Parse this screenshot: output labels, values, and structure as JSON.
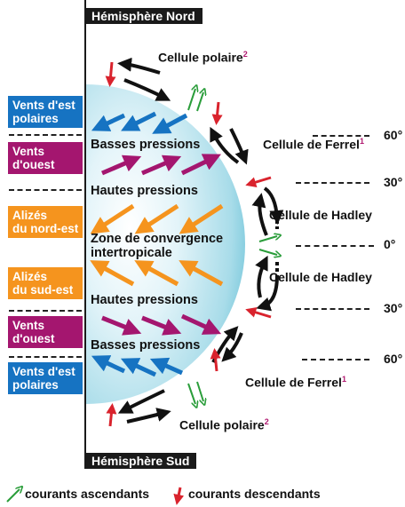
{
  "hemisphere_nord": "Hémisphère Nord",
  "hemisphere_sud": "Hémisphère Sud",
  "winds_left": [
    {
      "line1": "Vents d'est",
      "line2": "polaires",
      "color": "#1673c2"
    },
    {
      "line1": "Vents",
      "line2": "d'ouest",
      "color": "#a4166f"
    },
    {
      "line1": "Alizés",
      "line2": "du nord-est",
      "color": "#f5941e"
    },
    {
      "line1": "Alizés",
      "line2": "du sud-est",
      "color": "#f5941e"
    },
    {
      "line1": "Vents",
      "line2": "d'ouest",
      "color": "#a4166f"
    },
    {
      "line1": "Vents d'est",
      "line2": "polaires",
      "color": "#1673c2"
    }
  ],
  "bands": {
    "basses_n": "Basses pressions",
    "hautes_n": "Hautes pressions",
    "zone_line1": "Zone de convergence",
    "zone_line2": "intertropicale",
    "hautes_s": "Hautes pressions",
    "basses_s": "Basses pressions"
  },
  "cells": {
    "polaire_n": "Cellule polaire",
    "ferrel_n": "Cellule de Ferrel",
    "hadley_n": "Cellule de Hadley",
    "hadley_s": "Cellule de Hadley",
    "ferrel_s": "Cellule de Ferrel",
    "polaire_s": "Cellule polaire",
    "note_polaire": "2",
    "note_ferrel": "1"
  },
  "latitudes": {
    "n60": "60°",
    "n30": "30°",
    "eq": "0°",
    "s30": "30°",
    "s60": "60°"
  },
  "legend": {
    "ascendants": "courants ascendants",
    "descendants": "courants descendants",
    "ascendants_color": "#2a9d3a",
    "descendants_color": "#d9232d"
  },
  "arrow_colors": {
    "polar_wind": "#1673c2",
    "westerly": "#a4166f",
    "trade": "#f5941e",
    "circulation": "#111111"
  }
}
